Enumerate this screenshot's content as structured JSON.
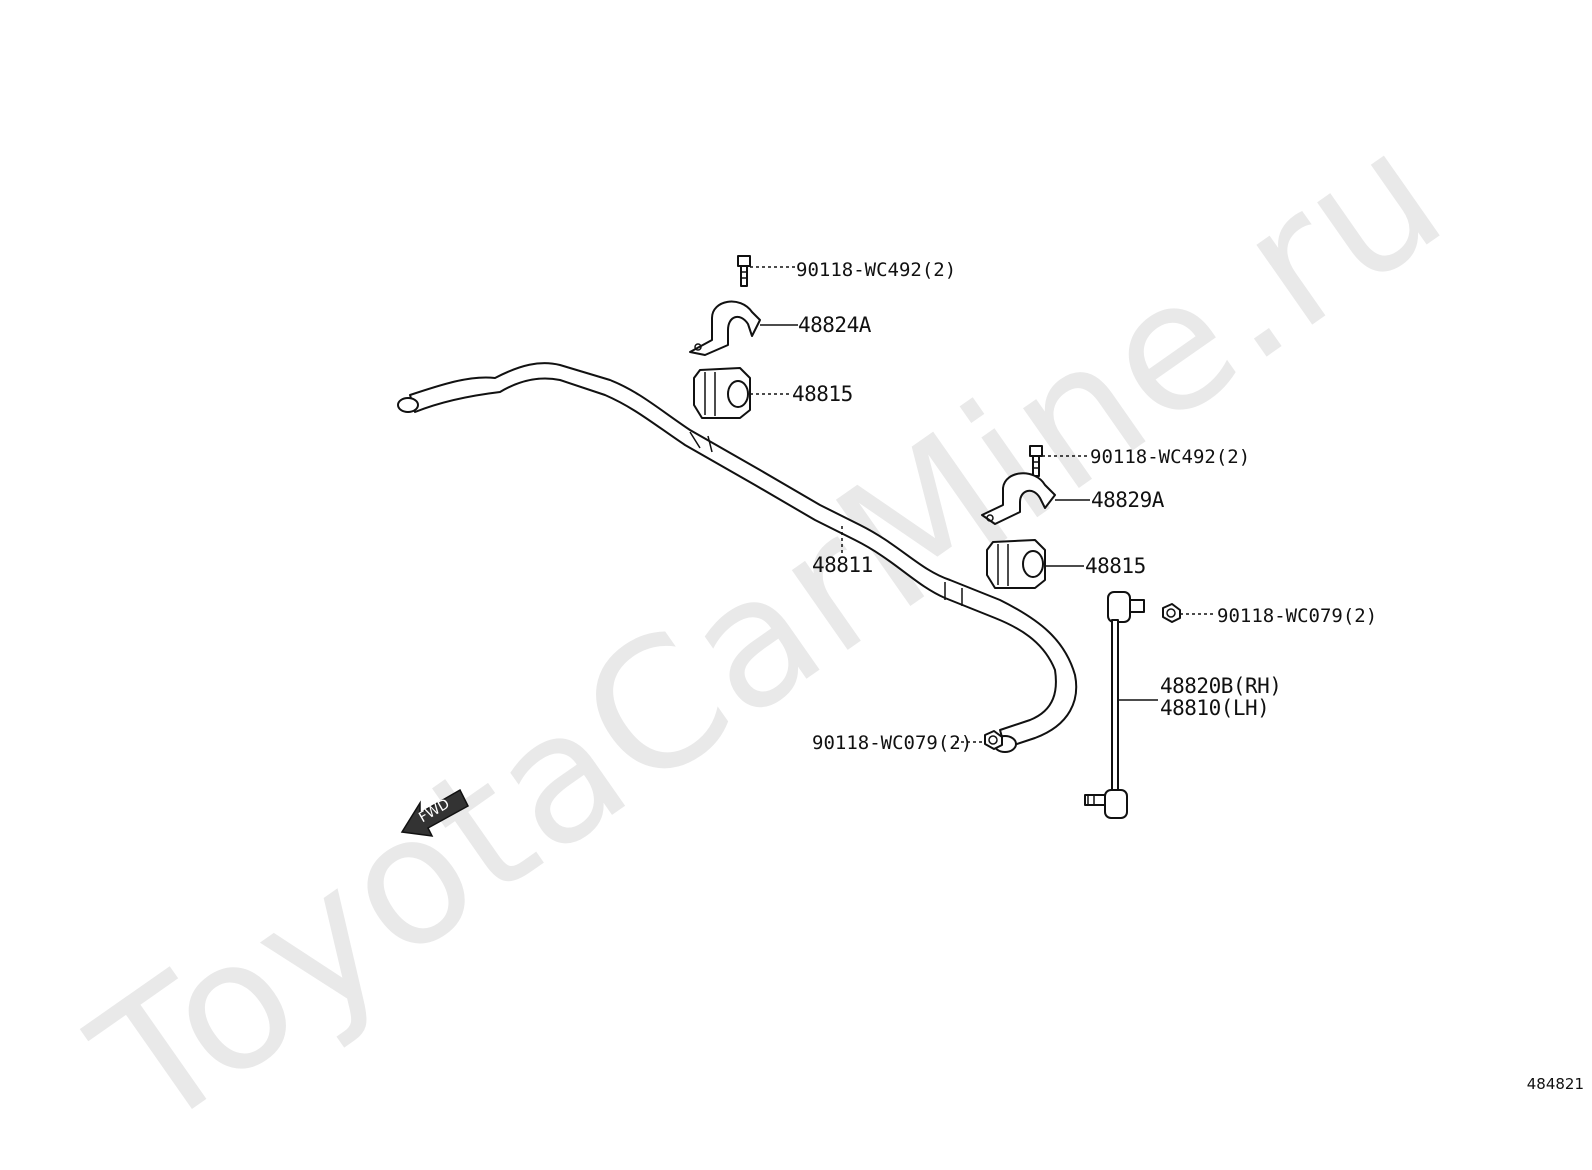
{
  "watermark": "ToyotaCarMine.ru",
  "figure_number": "484821",
  "fwd_label": "FWD",
  "callouts": {
    "bolt_upper": "90118-WC492(2)",
    "bracket_lh": "48824A",
    "bushing_lh": "48815",
    "bolt_right": "90118-WC492(2)",
    "bracket_rh": "48829A",
    "bushing_rh": "48815",
    "nut_link": "90118-WC079(2)",
    "stabilizer_bar": "48811",
    "link_rh": "48820B(RH)",
    "link_lh": "48810(LH)",
    "nut_bar": "90118-WC079(2)"
  }
}
